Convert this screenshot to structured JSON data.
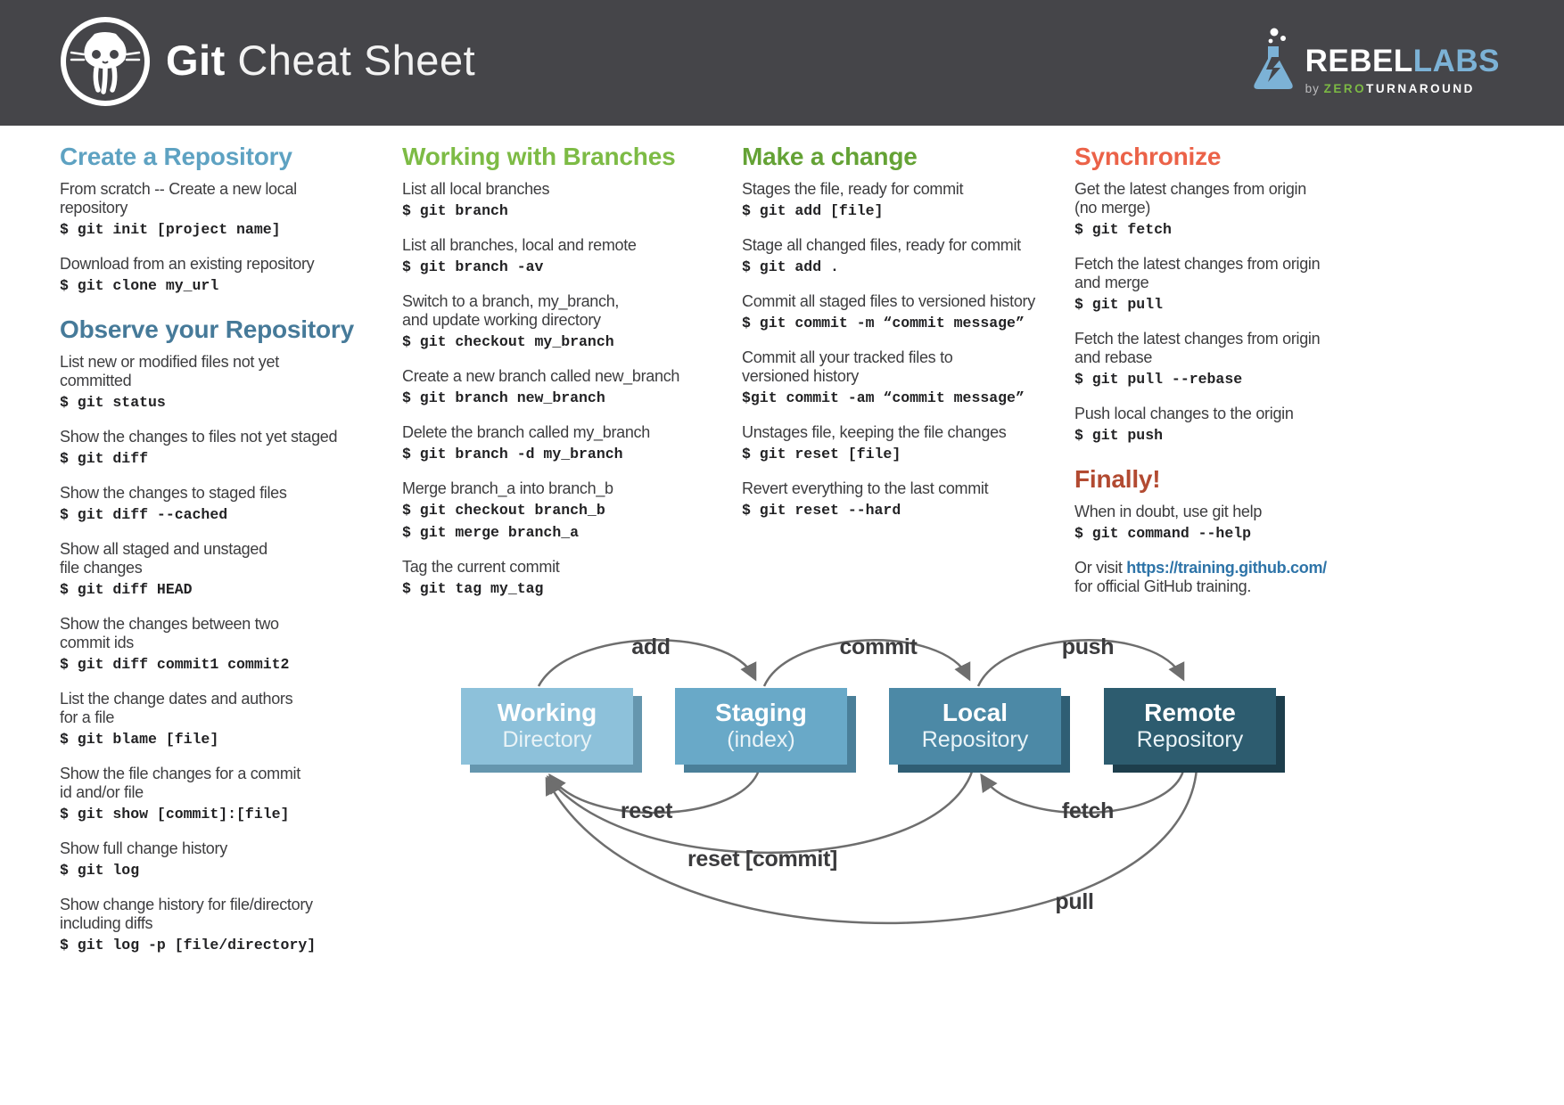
{
  "header": {
    "title_bold": "Git",
    "title_rest": " Cheat Sheet",
    "bg_color": "#454549",
    "brand": {
      "rebel": "REBEL",
      "labs": "LABS",
      "by": "by ",
      "zero": "ZERO",
      "turnaround": "TURNAROUND",
      "flask_color": "#7cb2d6",
      "green": "#7cb944"
    }
  },
  "icons": {
    "octocat": "octocat-icon",
    "flask": "flask-icon"
  },
  "sections": [
    {
      "title": "Create a Repository",
      "color": "#5ea2c2",
      "items": [
        {
          "desc": "From scratch -- Create a new local\nrepository",
          "cmds": [
            "$ git init [project name]"
          ]
        },
        {
          "desc": "Download from an existing repository",
          "cmds": [
            "$ git clone my_url"
          ]
        }
      ]
    },
    {
      "title": "Observe your Repository",
      "color": "#467a99",
      "items": [
        {
          "desc": "List new or modified files not yet\ncommitted",
          "cmds": [
            "$ git status"
          ]
        },
        {
          "desc": "Show the changes to files not yet staged",
          "cmds": [
            "$ git diff"
          ]
        },
        {
          "desc": "Show the changes to staged files",
          "cmds": [
            "$ git diff --cached"
          ]
        },
        {
          "desc": "Show all staged and unstaged\nfile changes",
          "cmds": [
            "$ git diff HEAD"
          ]
        },
        {
          "desc": "Show the changes between two\ncommit ids",
          "cmds": [
            "$ git diff commit1 commit2"
          ]
        },
        {
          "desc": "List the change dates and authors\nfor a file",
          "cmds": [
            "$ git blame [file]"
          ]
        },
        {
          "desc": "Show the file changes for a commit\nid and/or file",
          "cmds": [
            "$ git show [commit]:[file]"
          ]
        },
        {
          "desc": "Show full change history",
          "cmds": [
            "$ git log"
          ]
        },
        {
          "desc": "Show change history for file/directory\nincluding diffs",
          "cmds": [
            "$ git log -p [file/directory]"
          ]
        }
      ]
    },
    {
      "title": "Working with Branches",
      "color": "#7dbb45",
      "items": [
        {
          "desc": "List all local branches",
          "cmds": [
            "$ git branch"
          ]
        },
        {
          "desc": "List all branches, local and remote",
          "cmds": [
            "$ git branch -av"
          ]
        },
        {
          "desc": "Switch to a branch, my_branch,\nand update working directory",
          "cmds": [
            "$ git checkout my_branch"
          ]
        },
        {
          "desc": "Create a new branch called new_branch",
          "cmds": [
            "$ git branch new_branch"
          ]
        },
        {
          "desc": "Delete the branch called my_branch",
          "cmds": [
            "$ git branch -d my_branch"
          ]
        },
        {
          "desc": "Merge branch_a into branch_b",
          "cmds": [
            "$ git checkout branch_b",
            "$ git merge branch_a"
          ]
        },
        {
          "desc": "Tag the current commit",
          "cmds": [
            "$ git tag my_tag"
          ]
        }
      ]
    },
    {
      "title": "Make a change",
      "color": "#64a235",
      "items": [
        {
          "desc": "Stages the file, ready for commit",
          "cmds": [
            "$ git add [file]"
          ]
        },
        {
          "desc": "Stage all changed files, ready for commit",
          "cmds": [
            "$ git add ."
          ]
        },
        {
          "desc": "Commit all staged files to versioned history",
          "cmds": [
            "$ git commit -m “commit message”"
          ]
        },
        {
          "desc": "Commit all your tracked files to\nversioned history",
          "cmds": [
            "$git commit -am “commit message”"
          ]
        },
        {
          "desc": "Unstages file, keeping the file changes",
          "cmds": [
            "$ git reset [file]"
          ]
        },
        {
          "desc": "Revert everything to the last commit",
          "cmds": [
            "$ git reset --hard"
          ]
        }
      ]
    },
    {
      "title": "Synchronize",
      "color": "#eb6248",
      "items": [
        {
          "desc": "Get the latest changes from origin\n(no merge)",
          "cmds": [
            "$ git fetch"
          ]
        },
        {
          "desc": "Fetch the latest changes from origin\nand merge",
          "cmds": [
            "$ git pull"
          ]
        },
        {
          "desc": "Fetch the latest changes from origin\nand rebase",
          "cmds": [
            "$ git pull --rebase"
          ]
        },
        {
          "desc": "Push local changes to the origin",
          "cmds": [
            "$ git push"
          ]
        }
      ]
    },
    {
      "title": "Finally!",
      "color": "#b24a31",
      "items": [
        {
          "desc": "When in doubt, use git help",
          "cmds": [
            "$ git command --help"
          ]
        }
      ],
      "link_item": {
        "prefix": "Or visit ",
        "link": "https://training.github.com/",
        "link_color": "#2e74a8",
        "suffix": "for official GitHub training."
      }
    }
  ],
  "diagram": {
    "arrow_color": "#6e6e6e",
    "boxes": [
      {
        "title": "Working",
        "subtitle": "Directory",
        "face": "#8dc1da",
        "side": "#6596ae"
      },
      {
        "title": "Staging",
        "subtitle": "(index)",
        "face": "#69a9c8",
        "side": "#4a7f99"
      },
      {
        "title": "Local",
        "subtitle": "Repository",
        "face": "#4c89a6",
        "side": "#2f5e74"
      },
      {
        "title": "Remote",
        "subtitle": "Repository",
        "face": "#2d5c6f",
        "side": "#1d3e4c"
      }
    ],
    "arrows": [
      "add",
      "commit",
      "push",
      "reset",
      "fetch",
      "reset [commit]",
      "pull"
    ]
  }
}
